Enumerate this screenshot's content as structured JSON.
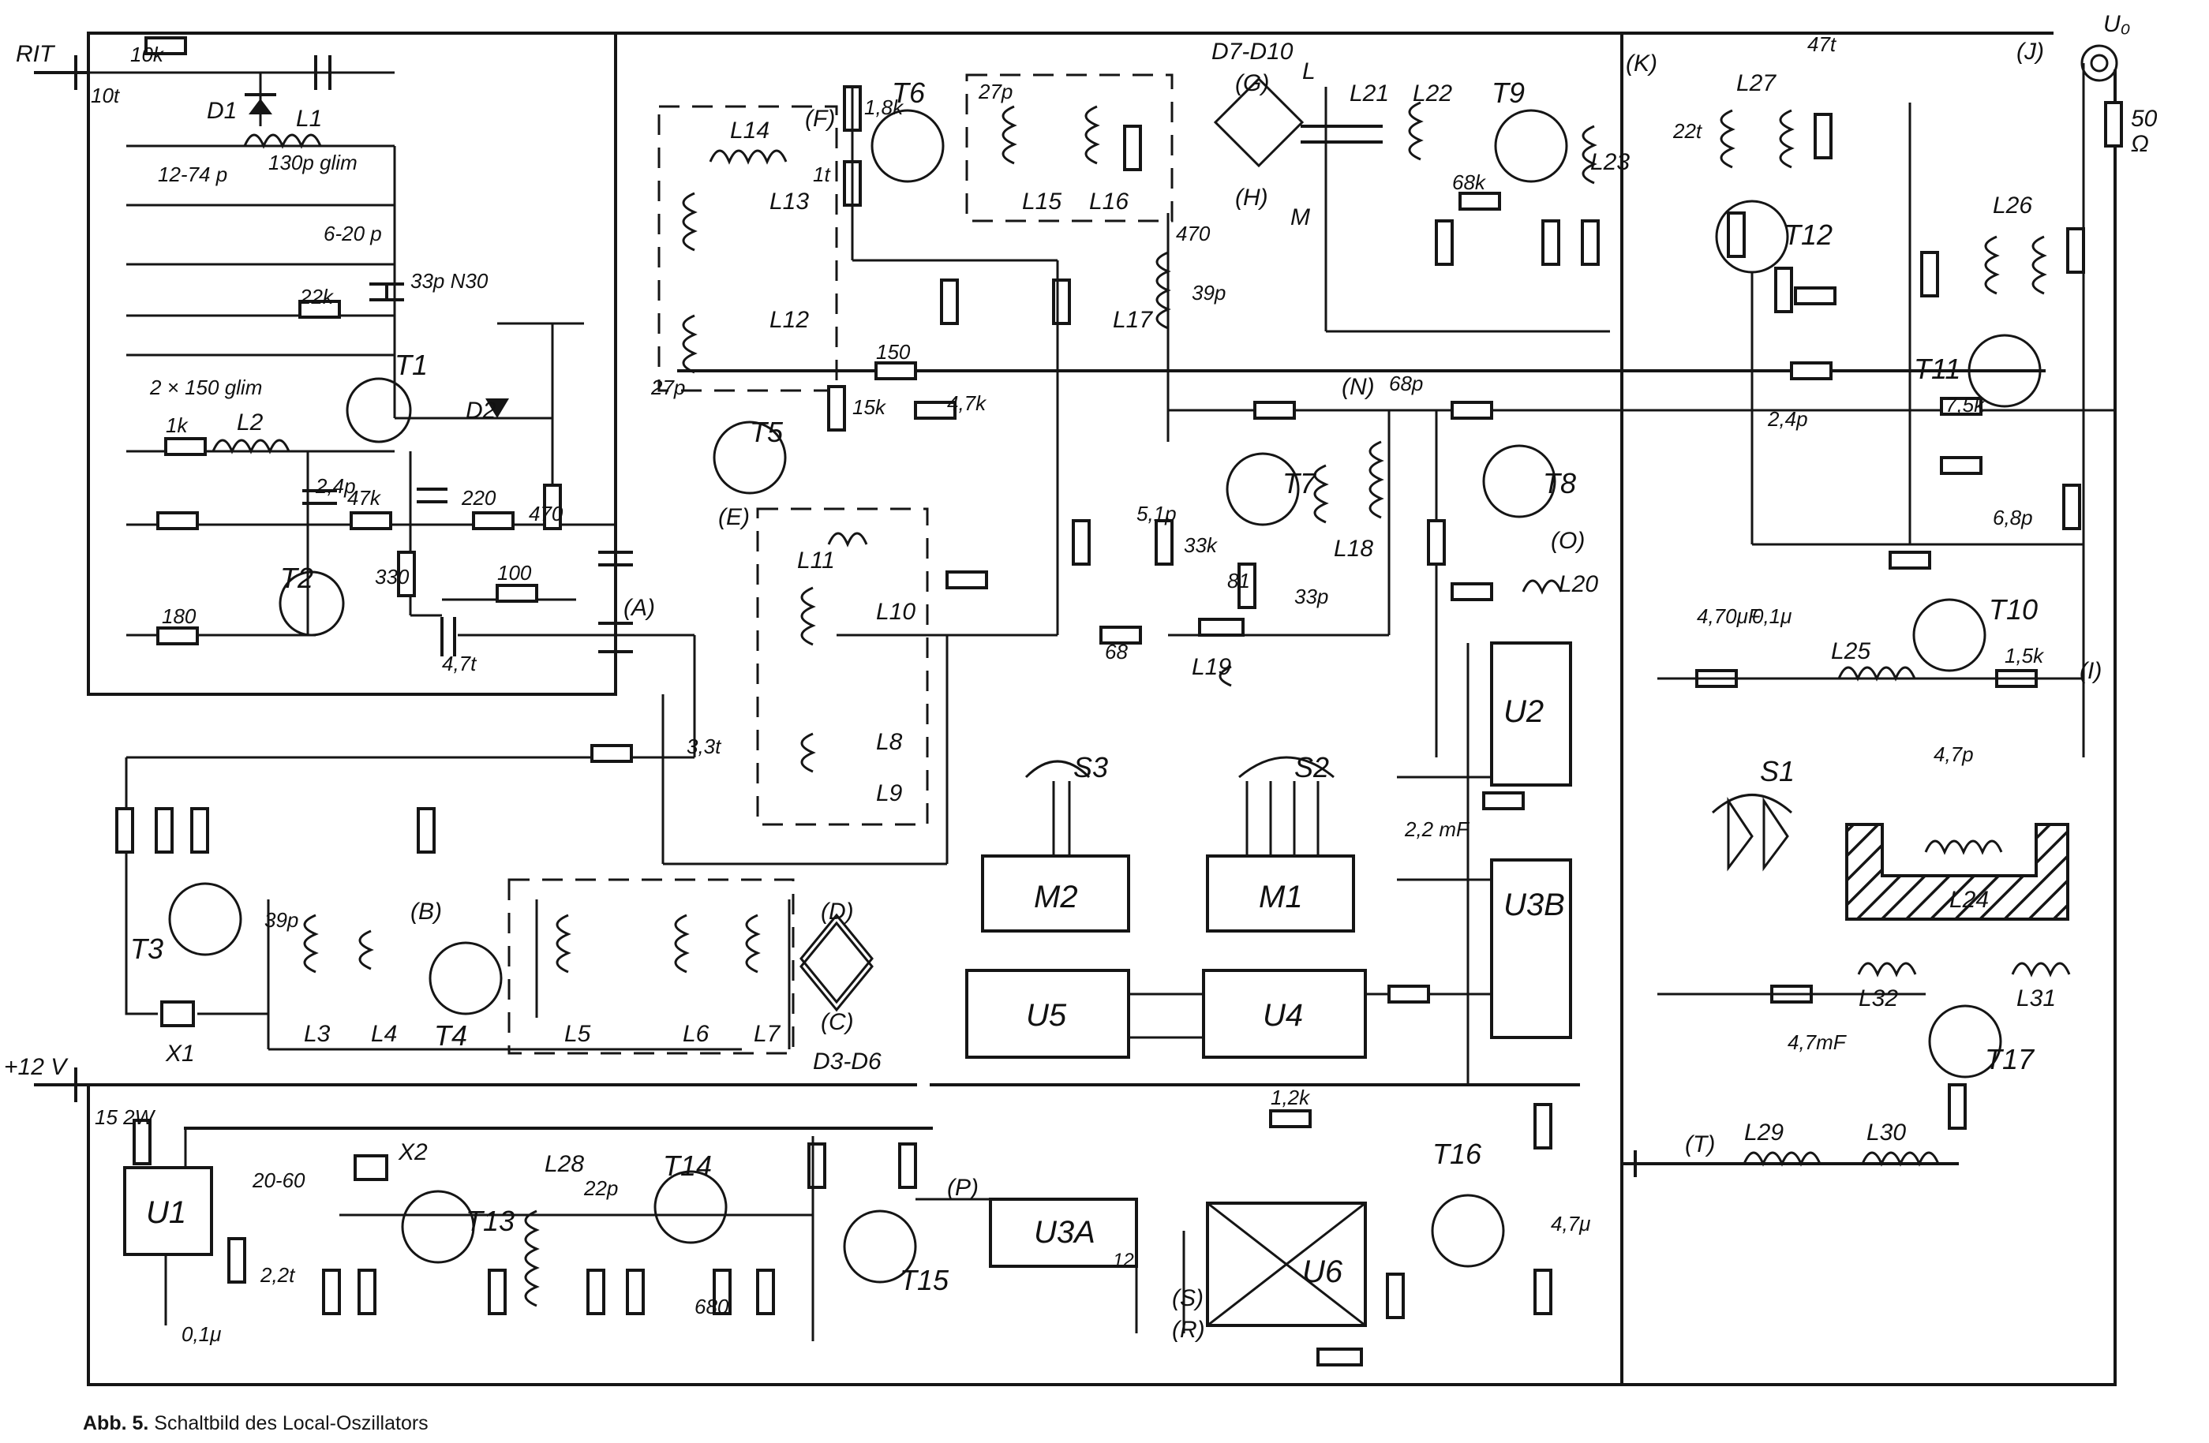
{
  "caption": {
    "label": "Abb. 5.",
    "text": "Schaltbild des Local-Oszillators"
  },
  "nodes": [
    "RIT",
    "+12 V",
    "U₀",
    "50",
    "Ω",
    "(A)",
    "(B)",
    "(C)",
    "(D)",
    "(E)",
    "(F)",
    "(G)",
    "(H)",
    "(I)",
    "(J)",
    "(K)",
    "(N)",
    "(O)",
    "(P)",
    "(R)",
    "(S)",
    "(T)",
    "L",
    "M"
  ],
  "transistors": [
    "T1",
    "T2",
    "T3",
    "T4",
    "T5",
    "T6",
    "T7",
    "T8",
    "T9",
    "T10",
    "T11",
    "T12",
    "T13",
    "T14",
    "T15",
    "T16",
    "T17"
  ],
  "diodes": [
    "D1",
    "D2",
    "D3-D6",
    "D7-D10"
  ],
  "inductors": [
    "L1",
    "L2",
    "L3",
    "L4",
    "L5",
    "L6",
    "L7",
    "L8",
    "L9",
    "L10",
    "L11",
    "L12",
    "L13",
    "L14",
    "L15",
    "L16",
    "L17",
    "L18",
    "L19",
    "L20",
    "L21",
    "L22",
    "L23",
    "L24",
    "L25",
    "L26",
    "L27",
    "L28",
    "L29",
    "L30",
    "L31",
    "L32"
  ],
  "modules": [
    "M1",
    "M2",
    "U1",
    "U2",
    "U3A",
    "U3B",
    "U4",
    "U5",
    "U6",
    "S1",
    "S2",
    "S3",
    "X1",
    "X2"
  ],
  "values": [
    "10k",
    "10t",
    "130p glim",
    "12-74 p",
    "6-20 p",
    "33p N30",
    "22k",
    "2 × 150 glim",
    "1k",
    "2,4p",
    "47k",
    "220",
    "470",
    "330",
    "100",
    "180",
    "4,7t",
    "3,3t",
    "4,7k",
    "39p",
    "27p",
    "15k",
    "1t",
    "150",
    "1,8k",
    "68",
    "27p",
    "470",
    "39p",
    "5,1p",
    "33k",
    "81",
    "33p",
    "68p",
    "22t",
    "47t",
    "68k",
    "2,4p",
    "7,5k",
    "6,8p",
    "1,5k",
    "4,7p",
    "4,70μF",
    "0,1μ",
    "2,2 mF",
    "4,7mF",
    "1,2k",
    "22p",
    "20-60",
    "2,2t",
    "680",
    "15 2W",
    "0,1μ",
    "4,7μ",
    "12"
  ]
}
